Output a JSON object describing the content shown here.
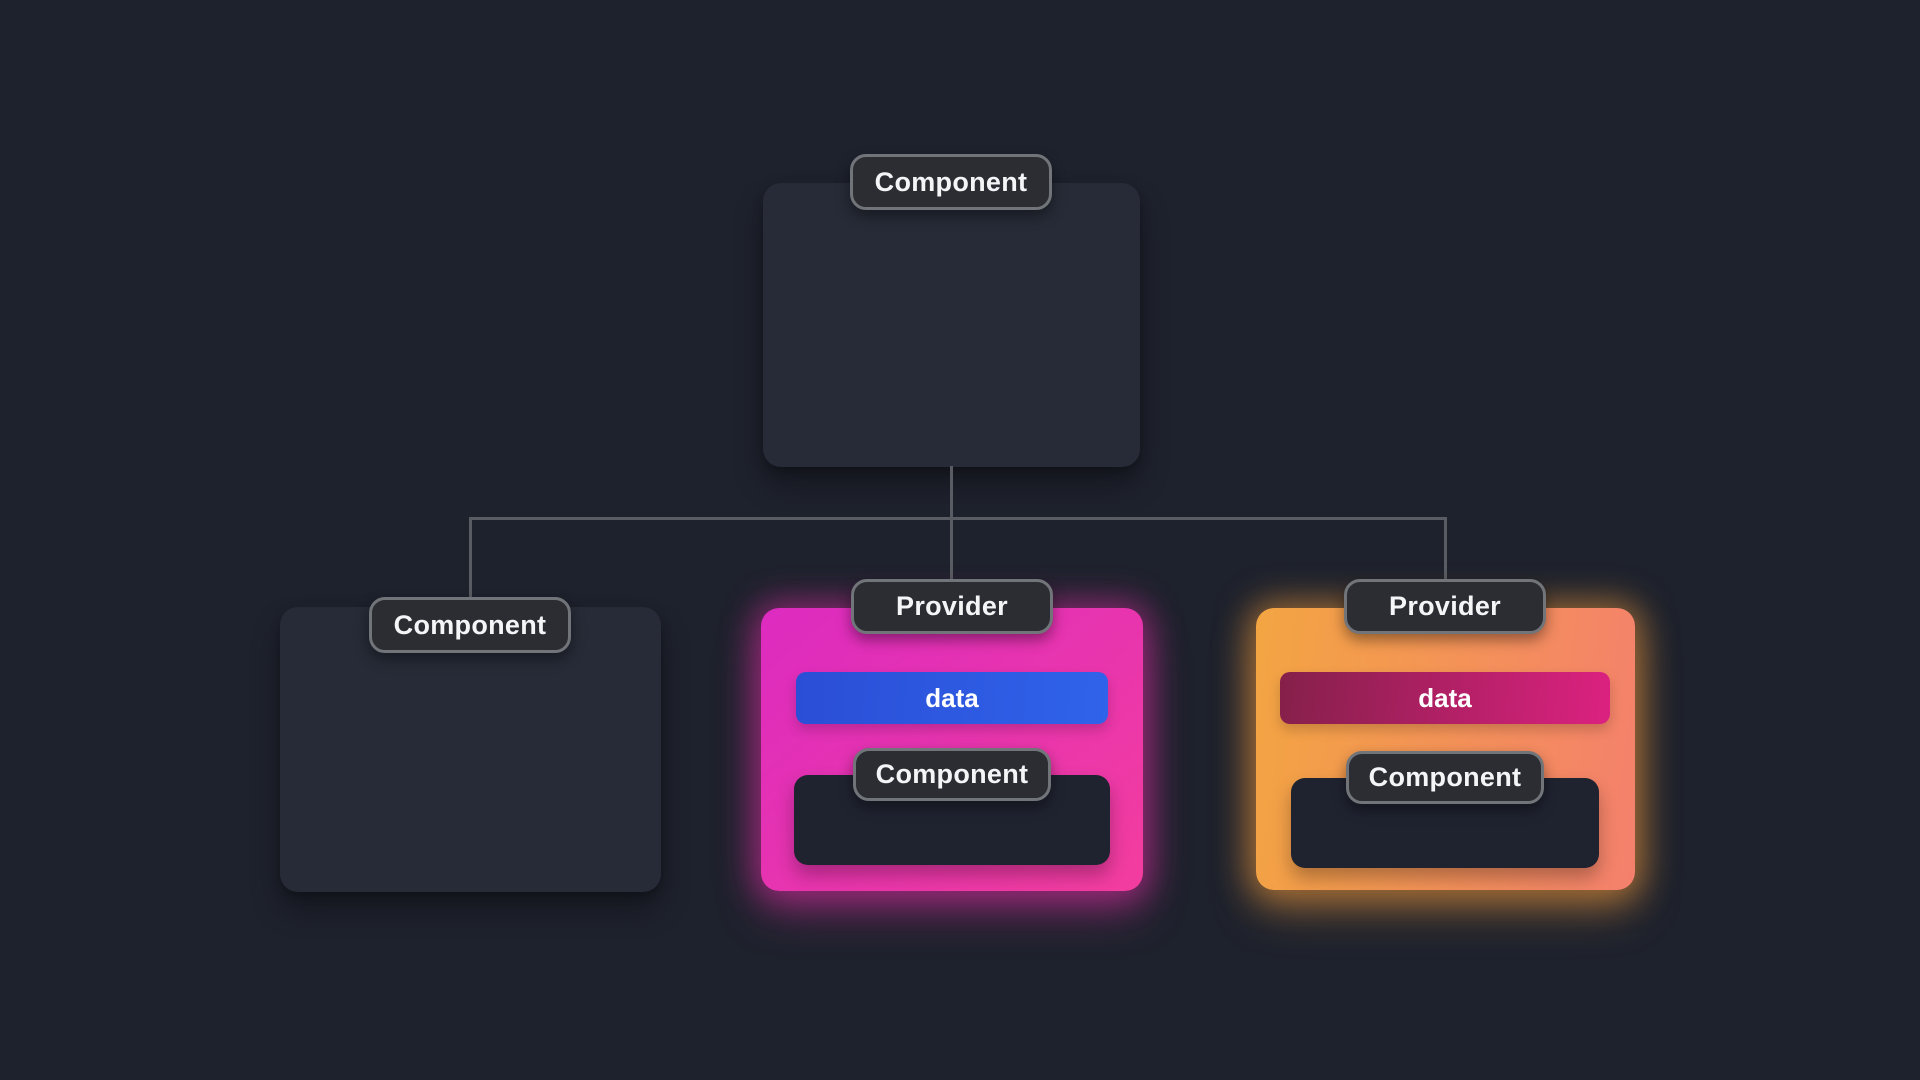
{
  "diagram": {
    "root": {
      "label": "Component"
    },
    "left_child": {
      "label": "Component"
    },
    "middle_child": {
      "label": "Provider",
      "data_pill": "data",
      "nested_child": {
        "label": "Component"
      }
    },
    "right_child": {
      "label": "Provider",
      "data_pill": "data",
      "nested_child": {
        "label": "Component"
      }
    }
  },
  "colors": {
    "background": "#1e222d",
    "card_dark": "#262b37",
    "inner_card_dark": "#1f2330",
    "pill_bg": "#2b2d33",
    "pill_border": "#717478",
    "pill_text": "#f4f5f6",
    "connector_line": "#595c62",
    "pink_card_from": "#dc2bc0",
    "pink_card_to": "#f33d9e",
    "orange_card_from": "#f3a542",
    "orange_card_to": "#f4806d",
    "blue_pill_from": "#2b4ed6",
    "blue_pill_to": "#2f63ea",
    "crimson_pill_from": "#85204a",
    "crimson_pill_to": "#dc2180",
    "pink_glow": "rgba(236,46,170,0.45)",
    "orange_glow": "rgba(244,155,60,0.5)"
  }
}
